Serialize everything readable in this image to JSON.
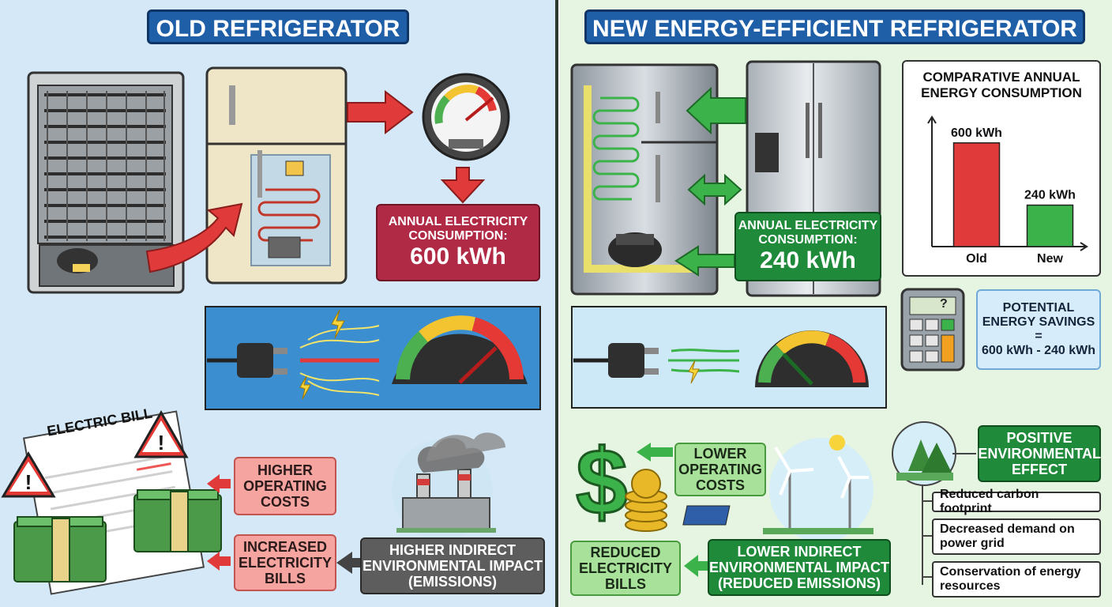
{
  "left": {
    "title": "OLD REFRIGERATOR",
    "consumption": {
      "label": "ANNUAL ELECTRICITY CONSUMPTION:",
      "value": "600 kWh"
    },
    "bill_label": "ELECTRIC BILL",
    "effects": [
      "HIGHER OPERATING COSTS",
      "INCREASED ELECTRICITY BILLS"
    ],
    "environment": "HIGHER INDIRECT ENVIRONMENTAL IMPACT (EMISSIONS)"
  },
  "right": {
    "title": "NEW ENERGY-EFFICIENT REFRIGERATOR",
    "consumption": {
      "label": "ANNUAL ELECTRICITY CONSUMPTION:",
      "value": "240 kWh"
    },
    "savings": {
      "label": "POTENTIAL ENERGY SAVINGS",
      "equals": "=",
      "formula": "600 kWh - 240 kWh"
    },
    "calculator_symbol": "?",
    "effects": [
      "LOWER OPERATING COSTS",
      "REDUCED ELECTRICITY BILLS"
    ],
    "environment": "LOWER INDIRECT ENVIRONMENTAL IMPACT (REDUCED EMISSIONS)",
    "positive": {
      "title": "POSITIVE ENVIRONMENTAL EFFECT",
      "items": [
        "Reduced carbon footprint",
        "Decreased demand on power grid",
        "Conservation of energy resources"
      ]
    }
  },
  "colors": {
    "old_accent": "#e03a3a",
    "new_accent": "#3cb34a",
    "title_bg": "#1f5fa8"
  },
  "chart_data": {
    "type": "bar",
    "title": "COMPARATIVE ANNUAL ENERGY CONSUMPTION",
    "categories": [
      "Old",
      "New"
    ],
    "values": [
      600,
      240
    ],
    "data_labels": [
      "600 kWh",
      "240 kWh"
    ],
    "colors": [
      "#e03a3a",
      "#3cb34a"
    ],
    "ylim": [
      0,
      750
    ],
    "grid": false
  }
}
